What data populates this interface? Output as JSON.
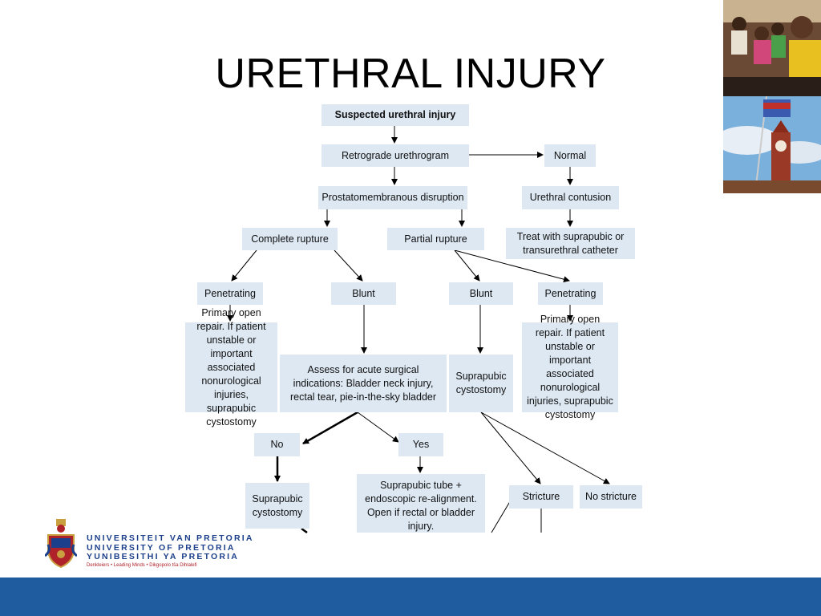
{
  "slide": {
    "title": "URETHRAL INJURY"
  },
  "flowchart": {
    "suspected": "Suspected urethral injury",
    "retrograde": "Retrograde urethrogram",
    "normal": "Normal",
    "prostatomembranous": "Prostatomembranous disruption",
    "urethral_contusion": "Urethral contusion",
    "complete_rupture": "Complete rupture",
    "partial_rupture": "Partial rupture",
    "treat": "Treat with suprapubic or transurethral catheter",
    "penetrating_left": "Penetrating",
    "blunt_left": "Blunt",
    "blunt_right": "Blunt",
    "penetrating_right": "Penetrating",
    "primary_repair_left": "Primary open repair. If patient unstable or important associated nonurological injuries, suprapubic cystostomy",
    "assess": "Assess for acute surgical indications: Bladder neck injury, rectal tear, pie-in-the-sky bladder",
    "suprapubic_cystostomy_right": "Suprapubic cystostomy",
    "primary_repair_right": "Primary open repair. If patient unstable or important associated nonurological injuries, suprapubic cystostomy",
    "no": "No",
    "yes": "Yes",
    "suprapubic_cystostomy_bottom": "Suprapubic cystostomy",
    "suprapubic_tube": "Suprapubic tube + endoscopic re-alignment. Open if rectal or bladder injury.",
    "stricture": "Stricture",
    "no_stricture": "No stricture"
  },
  "logo": {
    "line1": "UNIVERSITEIT VAN PRETORIA",
    "line2": "UNIVERSITY OF PRETORIA",
    "line3": "YUNIBESITHI YA PRETORIA",
    "tagline": "Denkleiers • Leading Minds • Dikgopolo tša Dihlalefi"
  },
  "colors": {
    "box_fill": "#dde8f3",
    "footer": "#1e5b9f",
    "logo_blue": "#1b3f8a",
    "logo_red": "#b0222a"
  }
}
